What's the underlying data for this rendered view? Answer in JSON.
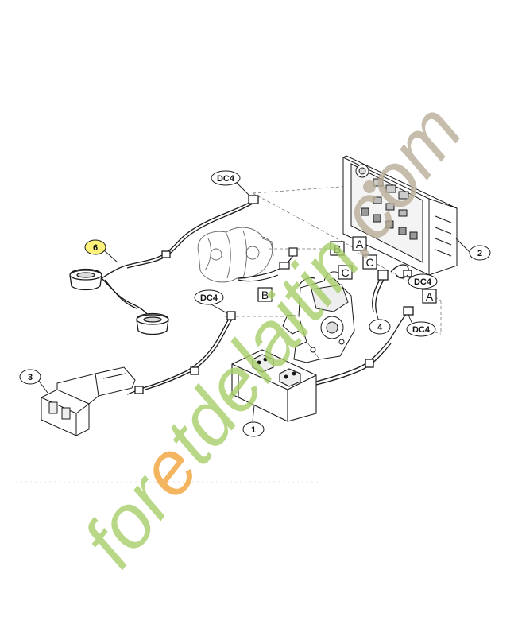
{
  "callouts": [
    {
      "id": "c6",
      "text": "6",
      "highlight": true
    },
    {
      "id": "c3",
      "text": "3",
      "highlight": false
    },
    {
      "id": "c2",
      "text": "2",
      "highlight": false
    },
    {
      "id": "c4",
      "text": "4",
      "highlight": false
    },
    {
      "id": "c1",
      "text": "1",
      "highlight": false
    }
  ],
  "connector_tags": {
    "dc4_top": "DC4",
    "dc4_mid": "DC4",
    "dc4_right_upper": "DC4",
    "dc4_right_lower": "DC4"
  },
  "letter_boxes": {
    "a_upper": "A",
    "b_upper": "B",
    "c_upper": "C",
    "c_lower": "C",
    "b_lower": "B",
    "a_lower": "A"
  },
  "watermark": {
    "text": "foretdelaitin.com",
    "color_green": "#a8cf6a",
    "color_orange": "#f2a33a",
    "color_grey": "#b9ad98"
  },
  "colors": {
    "line": "#1a1a1a",
    "callout_highlight": "#fff27a"
  }
}
